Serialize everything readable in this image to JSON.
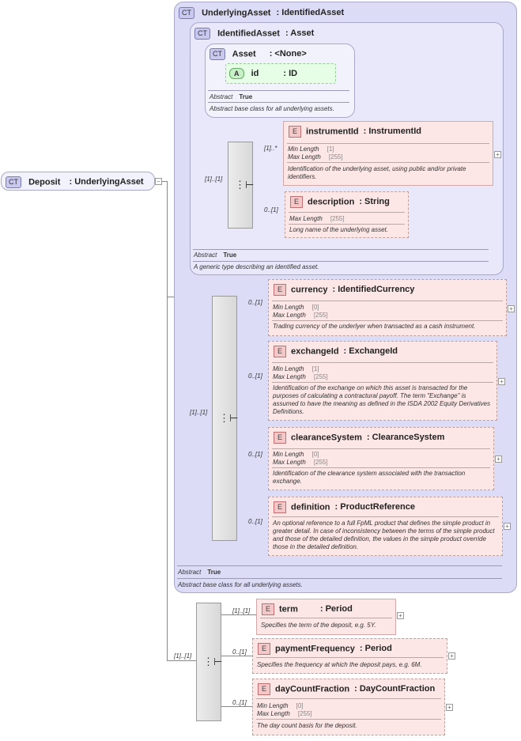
{
  "root": {
    "badge": "CT",
    "name": "Deposit",
    "type": ": UnderlyingAsset"
  },
  "underlying": {
    "badge": "CT",
    "name": "UnderlyingAsset",
    "type": ": IdentifiedAsset",
    "abstract_label": "Abstract",
    "abstract_value": "True",
    "description": "Abstract base class for all underlying assets."
  },
  "identified": {
    "badge": "CT",
    "name": "IdentifiedAsset",
    "type": ": Asset",
    "abstract_label": "Abstract",
    "abstract_value": "True",
    "description": "A generic type describing an identified asset."
  },
  "asset": {
    "badge": "CT",
    "name": "Asset",
    "type": ": <None>",
    "abstract_label": "Abstract",
    "abstract_value": "True",
    "description": "Abstract base class for all underlying assets.",
    "attr": {
      "badge": "A",
      "name": "id",
      "type": ": ID"
    }
  },
  "labels": {
    "min_length": "Min Length",
    "max_length": "Max Length",
    "e_badge": "E"
  },
  "elements": {
    "instrumentId": {
      "name": "instrumentId",
      "type": ": InstrumentId",
      "min": "[1]",
      "max": "[255]",
      "card": "[1]..*",
      "desc": "Identification of the underlying asset, using public and/or private identifiers."
    },
    "description": {
      "name": "description",
      "type": ": String",
      "max": "[255]",
      "card": "0..[1]",
      "desc": "Long name of the underlying asset."
    },
    "currency": {
      "name": "currency",
      "type": ": IdentifiedCurrency",
      "min": "[0]",
      "max": "[255]",
      "card": "0..[1]",
      "desc": "Trading currency of the underlyer when transacted as a cash instrument."
    },
    "exchangeId": {
      "name": "exchangeId",
      "type": ": ExchangeId",
      "min": "[1]",
      "max": "[255]",
      "card": "0..[1]",
      "desc": "Identification of the exchange on which this asset is transacted for the purposes of calculating a contractural payoff. The term \"Exchange\" is assumed to have the meaning as defined in the ISDA 2002 Equity Derivatives Definitions."
    },
    "clearanceSystem": {
      "name": "clearanceSystem",
      "type": ": ClearanceSystem",
      "min": "[0]",
      "max": "[255]",
      "card": "0..[1]",
      "desc": "Identification of the clearance system associated with the transaction exchange."
    },
    "definition": {
      "name": "definition",
      "type": ": ProductReference",
      "card": "0..[1]",
      "desc": "An optional reference to a full FpML product that defines the simple product in greater detail. In case of inconsistency between the terms of the simple product and those of the detailed definition, the values in the simple product override those in the detailed definition."
    },
    "term": {
      "name": "term",
      "type": ": Period",
      "card": "[1]..[1]",
      "desc": "Specifies the term of the deposit, e.g. 5Y."
    },
    "paymentFrequency": {
      "name": "paymentFrequency",
      "type": ": Period",
      "card": "0..[1]",
      "desc": "Specifies the frequency at which the deposit pays, e.g. 6M."
    },
    "dayCountFraction": {
      "name": "dayCountFraction",
      "type": ": DayCountFraction",
      "min": "[0]",
      "max": "[255]",
      "card": "0..[1]",
      "desc": "The day count basis for the deposit."
    }
  },
  "seq_cards": {
    "seq1": "[1]..[1]",
    "seq2": "[1]..[1]",
    "seq3": "[1]..[1]"
  },
  "colors": {
    "ct_outer": "#dcdcf6",
    "element_bg": "#fde6e6",
    "attribute_bg": "#e6fde6"
  }
}
